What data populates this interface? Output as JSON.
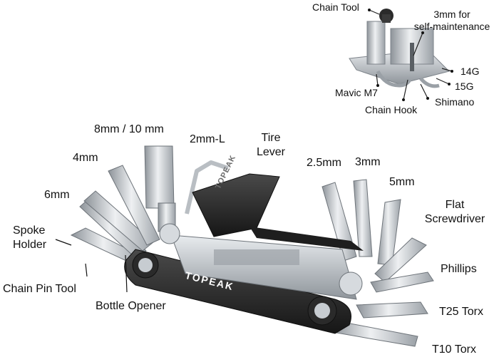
{
  "image": {
    "description_labels": {
      "chain_tool": "Chain Tool",
      "self_maintenance_line1": "3mm for",
      "self_maintenance_line2": "self-maintenance",
      "gauge_14g": "14G",
      "gauge_15g": "15G",
      "shimano": "Shimano",
      "mavic_m7": "Mavic M7",
      "chain_hook": "Chain Hook",
      "hex_8_10": "8mm / 10 mm",
      "hex_2l": "2mm-L",
      "tire_lever_line1": "Tire",
      "tire_lever_line2": "Lever",
      "hex_4": "4mm",
      "hex_6": "6mm",
      "hex_2_5": "2.5mm",
      "hex_3": "3mm",
      "hex_5": "5mm",
      "flat_line1": "Flat",
      "flat_line2": "Screwdriver",
      "spoke_line1": "Spoke",
      "spoke_line2": "Holder",
      "phillips": "Phillips",
      "chain_pin_tool": "Chain Pin Tool",
      "bottle_opener": "Bottle Opener",
      "t25": "T25 Torx",
      "t10": "T10 Torx"
    },
    "brand": "TOPEAK",
    "colors": {
      "body": "#2a2a2a",
      "metal": "#c8ccd0",
      "metal_dark": "#8d9399",
      "text": "#111111"
    }
  }
}
